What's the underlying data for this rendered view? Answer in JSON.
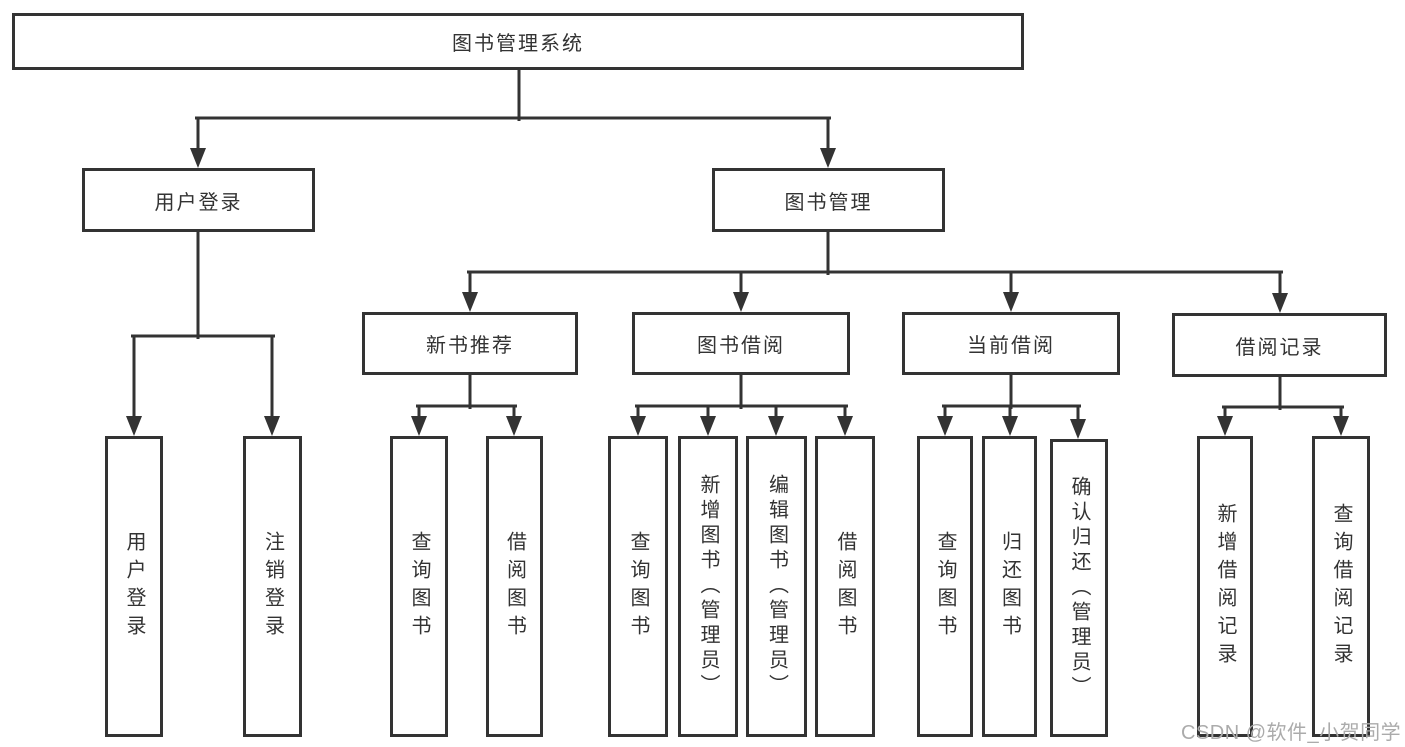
{
  "diagram": {
    "root": {
      "label": "图书管理系统"
    },
    "children": [
      {
        "label": "用户登录",
        "children": [
          {
            "label": "用户登录"
          },
          {
            "label": "注销登录"
          }
        ]
      },
      {
        "label": "图书管理",
        "children": [
          {
            "label": "新书推荐",
            "children": [
              {
                "label": "查询图书"
              },
              {
                "label": "借阅图书"
              }
            ]
          },
          {
            "label": "图书借阅",
            "children": [
              {
                "label": "查询图书"
              },
              {
                "label": "新增图书（管理员）"
              },
              {
                "label": "编辑图书（管理员）"
              },
              {
                "label": "借阅图书"
              }
            ]
          },
          {
            "label": "当前借阅",
            "children": [
              {
                "label": "查询图书"
              },
              {
                "label": "归还图书"
              },
              {
                "label": "确认归还（管理员）"
              }
            ]
          },
          {
            "label": "借阅记录",
            "children": [
              {
                "label": "新增借阅记录"
              },
              {
                "label": "查询借阅记录"
              }
            ]
          }
        ]
      }
    ]
  },
  "watermark": {
    "text": "CSDN @软件_小贺同学"
  },
  "colors": {
    "line": "#333333",
    "text": "#333333",
    "watermark": "#ababab"
  }
}
